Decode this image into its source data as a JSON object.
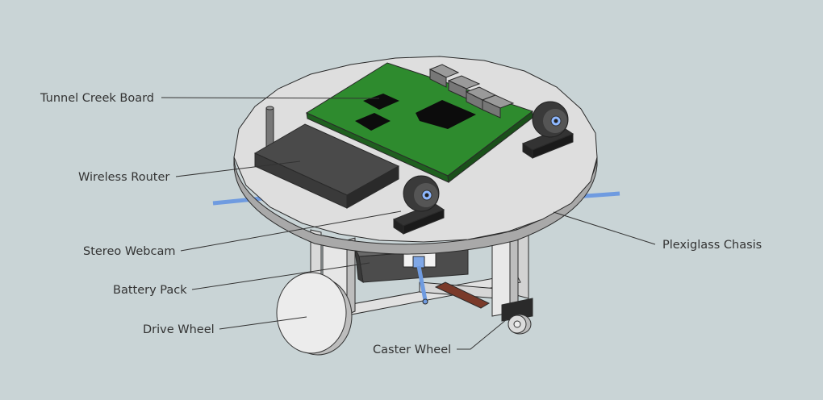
{
  "labels": {
    "tunnel_creek_board": "Tunnel Creek Board",
    "wireless_router": "Wireless Router",
    "stereo_webcam": "Stereo Webcam",
    "battery_pack": "Battery Pack",
    "drive_wheel": "Drive Wheel",
    "caster_wheel": "Caster Wheel",
    "plexiglass_chasis": "Plexiglass Chasis"
  },
  "colors": {
    "background": "#c9d4d6",
    "chassis": "#dedede",
    "board": "#2e8b2e",
    "chip": "#0c0c0c",
    "router": "#4a4a4a",
    "rod": "#6f9be0",
    "wheel": "#ececec",
    "pad": "#7a3a2a"
  }
}
